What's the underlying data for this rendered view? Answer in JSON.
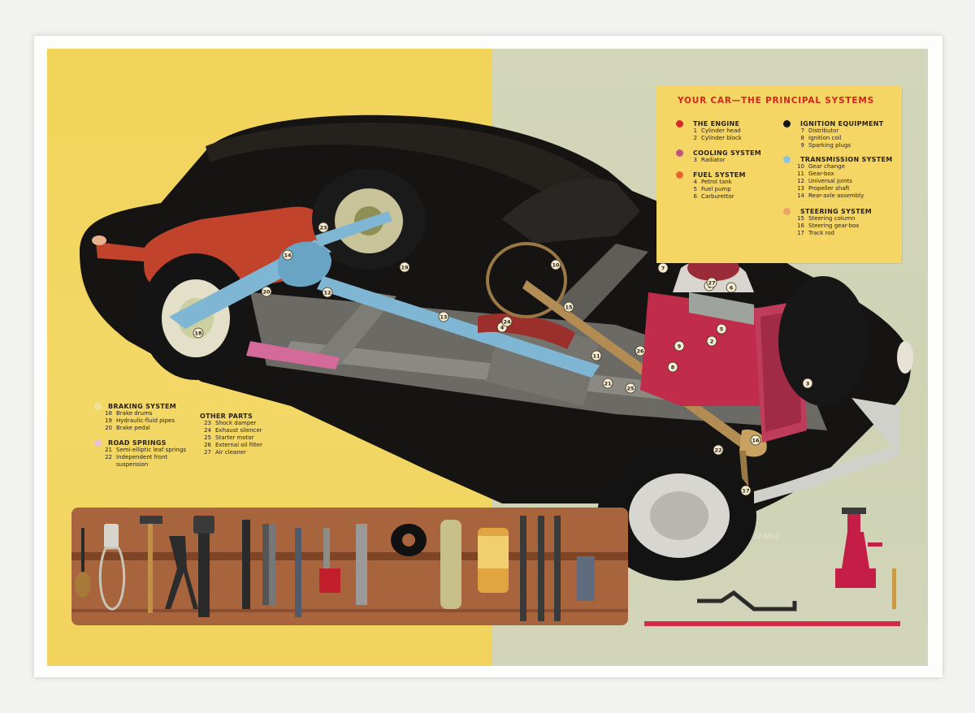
{
  "principal": {
    "title": "YOUR CAR—THE PRINCIPAL SYSTEMS",
    "systems": [
      {
        "name": "THE ENGINE",
        "color": "#d62a2a",
        "parts": [
          {
            "num": "1",
            "label": "Cylinder head"
          },
          {
            "num": "2",
            "label": "Cylinder block"
          }
        ]
      },
      {
        "name": "COOLING SYSTEM",
        "color": "#c0557e",
        "parts": [
          {
            "num": "3",
            "label": "Radiator"
          }
        ]
      },
      {
        "name": "FUEL SYSTEM",
        "color": "#e0662e",
        "parts": [
          {
            "num": "4",
            "label": "Petrol tank"
          },
          {
            "num": "5",
            "label": "Fuel pump"
          },
          {
            "num": "6",
            "label": "Carburettor"
          }
        ]
      },
      {
        "name": "IGNITION EQUIPMENT",
        "color": "#141414",
        "parts": [
          {
            "num": "7",
            "label": "Distributor"
          },
          {
            "num": "8",
            "label": "Ignition coil"
          },
          {
            "num": "9",
            "label": "Sparking plugs"
          }
        ]
      },
      {
        "name": "TRANSMISSION SYSTEM",
        "color": "#8ec3de",
        "parts": [
          {
            "num": "10",
            "label": "Gear change"
          },
          {
            "num": "11",
            "label": "Gear-box"
          },
          {
            "num": "12",
            "label": "Universal joints"
          },
          {
            "num": "13",
            "label": "Propeller shaft"
          },
          {
            "num": "14",
            "label": "Rear-axle assembly"
          }
        ]
      },
      {
        "name": "STEERING SYSTEM",
        "color": "#eba56a",
        "parts": [
          {
            "num": "15",
            "label": "Steering column"
          },
          {
            "num": "16",
            "label": "Steering gear-box"
          },
          {
            "num": "17",
            "label": "Track rod"
          }
        ]
      }
    ]
  },
  "lower": {
    "systems": [
      {
        "name": "BRAKING SYSTEM",
        "color": "#efe29a",
        "parts": [
          {
            "num": "18",
            "label": "Brake drums"
          },
          {
            "num": "19",
            "label": "Hydraulic-fluid pipes"
          },
          {
            "num": "20",
            "label": "Brake pedal"
          }
        ]
      },
      {
        "name": "ROAD SPRINGS",
        "color": "#e8c2cc",
        "parts": [
          {
            "num": "21",
            "label": "Semi-elliptic leaf springs"
          },
          {
            "num": "22",
            "label": "Independent front suspension"
          }
        ]
      },
      {
        "name": "OTHER PARTS",
        "color": "",
        "parts": [
          {
            "num": "23",
            "label": "Shock damper"
          },
          {
            "num": "24",
            "label": "Exhaust silencer"
          },
          {
            "num": "25",
            "label": "Starter motor"
          },
          {
            "num": "26",
            "label": "External oil filter"
          },
          {
            "num": "27",
            "label": "Air cleaner"
          }
        ]
      }
    ]
  },
  "callouts": [
    "1",
    "2",
    "3",
    "4",
    "5",
    "6",
    "7",
    "8",
    "9",
    "10",
    "11",
    "12",
    "13",
    "14",
    "15",
    "16",
    "17",
    "18",
    "19",
    "20",
    "21",
    "22",
    "23",
    "24",
    "25",
    "26",
    "27"
  ],
  "signature": "SEARLE",
  "colors": {
    "yellow_bg": "#f2d562",
    "sage_bg": "#d1d4b6",
    "body_black": "#161412",
    "tank_red": "#c1432c",
    "transmission_blue": "#7fb6d3",
    "engine_red": "#c02c4a",
    "tool_roll": "#a8643d"
  }
}
